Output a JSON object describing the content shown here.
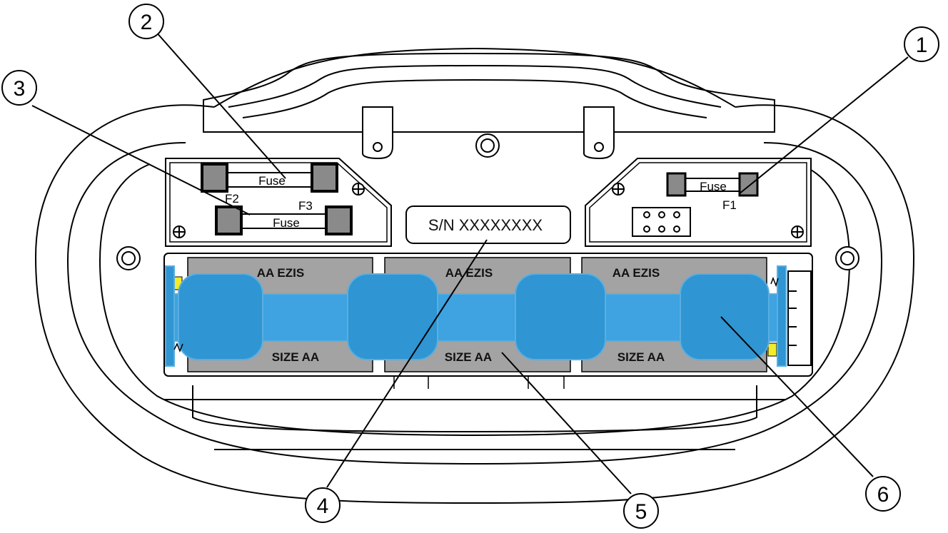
{
  "fuses": {
    "f2_label": "Fuse",
    "f3_label": "Fuse",
    "f1_label": "Fuse",
    "f2_id": "F2",
    "f3_id": "F3",
    "f1_id": "F1"
  },
  "serial_label": "S/N XXXXXXXX",
  "batteries": {
    "top_labels": [
      "AA EZIS",
      "AA EZIS",
      "AA EZIS"
    ],
    "bottom_labels": [
      "SIZE AA",
      "SIZE AA",
      "SIZE AA"
    ]
  },
  "callouts": [
    "1",
    "2",
    "3",
    "4",
    "5",
    "6"
  ],
  "colors": {
    "outline": "#000000",
    "battery_blue": "#2f95d3",
    "battery_blue_light": "#3ea3e0",
    "cell_gray": "#a3a3a3",
    "contact_yellow": "#f2ec2a",
    "fuse_cap": "#8a8a8a"
  }
}
